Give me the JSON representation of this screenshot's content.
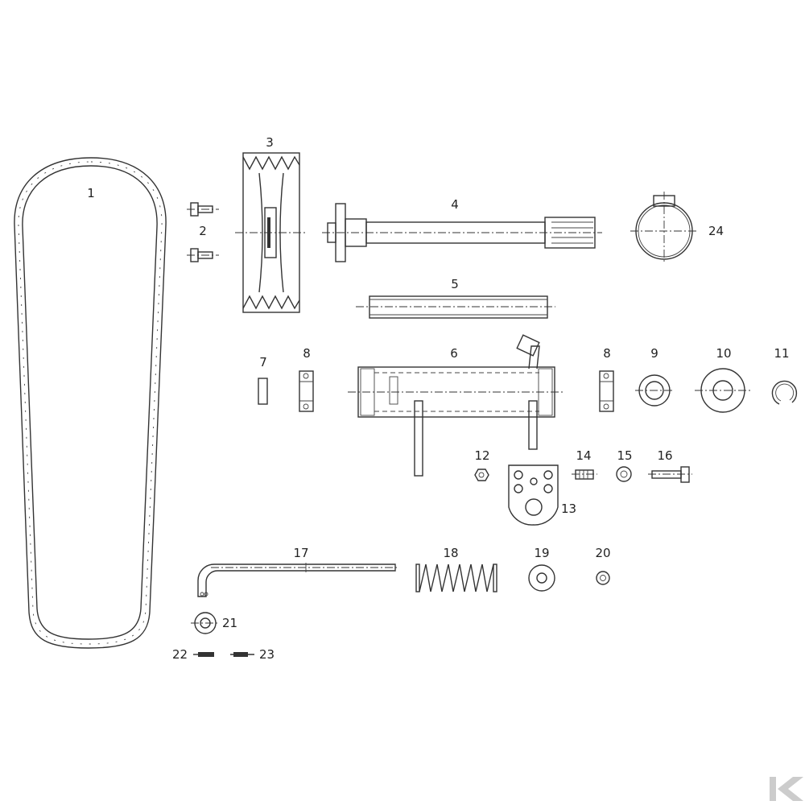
{
  "diagram": {
    "colors": {
      "ink": "#333333",
      "background": "#ffffff",
      "logo": "#cccccc"
    },
    "parts": [
      {
        "id": "part-1",
        "label": "1"
      },
      {
        "id": "part-2",
        "label": "2"
      },
      {
        "id": "part-3",
        "label": "3"
      },
      {
        "id": "part-4",
        "label": "4"
      },
      {
        "id": "part-5",
        "label": "5"
      },
      {
        "id": "part-6",
        "label": "6"
      },
      {
        "id": "part-7",
        "label": "7"
      },
      {
        "id": "part-8a",
        "label": "8"
      },
      {
        "id": "part-8b",
        "label": "8"
      },
      {
        "id": "part-9",
        "label": "9"
      },
      {
        "id": "part-10",
        "label": "10"
      },
      {
        "id": "part-11",
        "label": "11"
      },
      {
        "id": "part-12",
        "label": "12"
      },
      {
        "id": "part-13",
        "label": "13"
      },
      {
        "id": "part-14",
        "label": "14"
      },
      {
        "id": "part-15",
        "label": "15"
      },
      {
        "id": "part-16",
        "label": "16"
      },
      {
        "id": "part-17",
        "label": "17"
      },
      {
        "id": "part-18",
        "label": "18"
      },
      {
        "id": "part-19",
        "label": "19"
      },
      {
        "id": "part-20",
        "label": "20"
      },
      {
        "id": "part-21",
        "label": "21"
      },
      {
        "id": "part-22",
        "label": "22"
      },
      {
        "id": "part-23",
        "label": "23"
      },
      {
        "id": "part-24",
        "label": "24"
      }
    ],
    "logo_icon": "brand-k-logo-icon"
  }
}
